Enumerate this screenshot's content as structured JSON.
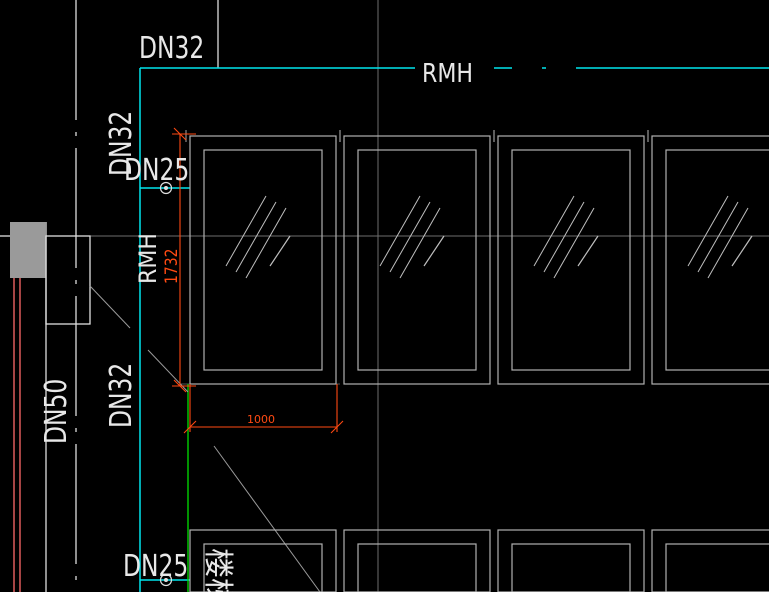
{
  "colors": {
    "background": "#000000",
    "pipe_cyan": "#00e5ee",
    "pipe_white": "#ffffff",
    "grid_gray": "#8a8a8a",
    "dimension_orange": "#ff4a12",
    "green_line": "#00e000",
    "block_gray": "#9a9a9a"
  },
  "labels": {
    "dn32_top": "DN32",
    "rmh_top": "RMH",
    "dn32_vertical_upper": "DN32",
    "dn25_upper": "DN25",
    "rmh_vertical": "RMH",
    "dn32_vertical_lower": "DN32",
    "dn50_vertical": "DN50",
    "dn25_lower": "DN25"
  },
  "dimensions": {
    "vertical": "1732",
    "horizontal": "1000"
  },
  "hatch_text": "楼梯"
}
